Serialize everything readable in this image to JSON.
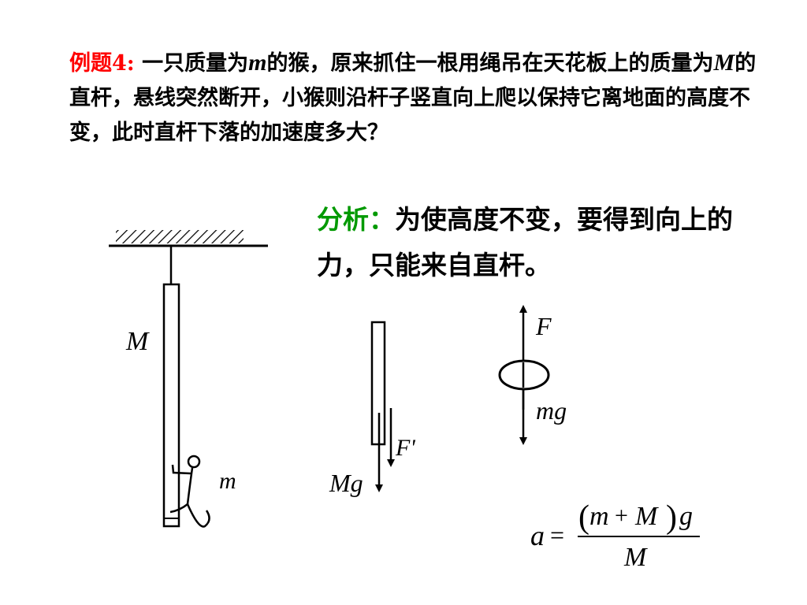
{
  "problem": {
    "label": "例题4:",
    "text_1": " 一只质量为",
    "var_m": "m",
    "text_2": "的猴，原来抓住一根用绳吊在天花板上的质量为",
    "var_M": "M",
    "text_3": "的直杆，悬线突然断开，小猴则沿杆子竖直向上爬以保持它离地面的高度不变，此时直杆下落的加速度多大？"
  },
  "analysis": {
    "label": "分析：",
    "text": "为使高度不变，要得到向上的力，只能来自直杆。"
  },
  "diagram_labels": {
    "rod_mass": "M",
    "monkey_mass": "m",
    "rod_force": "F'",
    "rod_weight": "Mg",
    "monkey_force": "F",
    "monkey_weight": "mg"
  },
  "formula": {
    "lhs": "a",
    "equals": "=",
    "paren_open": "(",
    "m": "m",
    "plus": "+",
    "M": "M",
    "paren_close": ")",
    "g": "g",
    "denominator": "M"
  },
  "colors": {
    "label_red": "#ff0000",
    "label_green": "#009900"
  }
}
